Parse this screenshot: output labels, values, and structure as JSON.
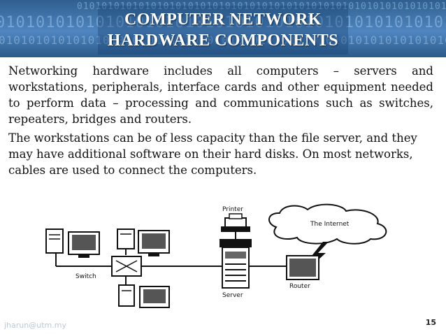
{
  "slide": {
    "title_line1": "COMPUTER NETWORK",
    "title_line2": "HARDWARE COMPONENTS",
    "paragraph1": "Networking hardware includes all computers – servers and workstations, peripherals, interface cards and other equipment needed to perform data – processing and communications such as switches, repeaters, bridges and routers.",
    "paragraph2": "The workstations can be of less capacity than the file server, and they may have additional software on their hard disks. On most networks, cables are used to connect the computers.",
    "footer_email": "jharun@utm.my",
    "page_number": "15"
  },
  "banner_pattern": "0101010101010101010101010101010101010101010101010101010101010101010101010101",
  "diagram": {
    "printer_label": "Printer",
    "internet_label": "The Internet",
    "switch_label": "Switch",
    "server_label": "Server",
    "router_label": "Router"
  },
  "colors": {
    "banner_top": "#2f5f8f",
    "banner_mid": "#4f86c0",
    "title_text": "#ffffff"
  }
}
